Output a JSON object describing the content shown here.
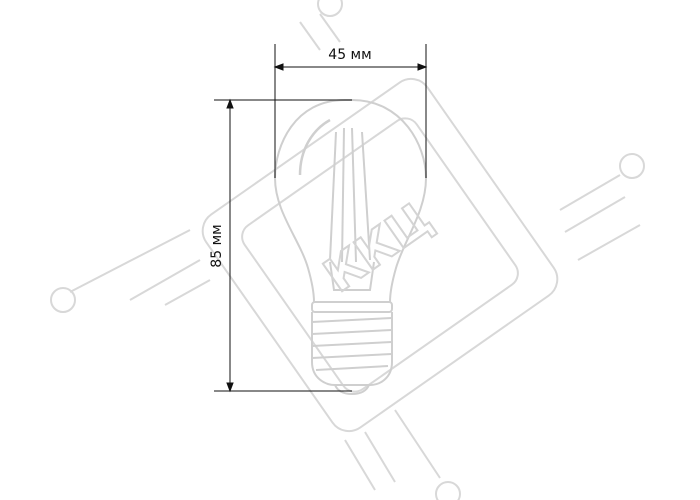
{
  "dimensions": {
    "width_label": "45 мм",
    "height_label": "85 мм"
  },
  "watermark": {
    "text": "ККЦ"
  },
  "colors": {
    "line": "#111111",
    "bulb": "#cfcfcf",
    "watermark": "#d6d6d6"
  }
}
